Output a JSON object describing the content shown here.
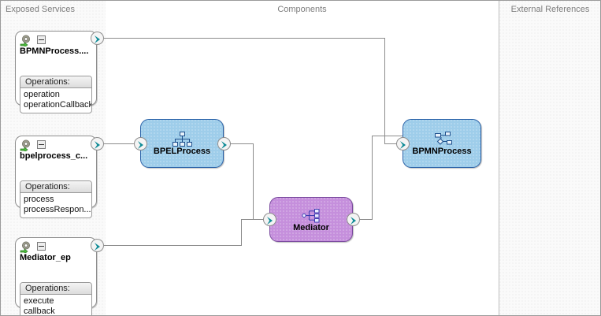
{
  "lanes": {
    "left_title": "Exposed Services",
    "center_title": "Components",
    "right_title": "External References"
  },
  "colors": {
    "component_blue": "#9ecdea",
    "component_blue_border": "#2a62a8",
    "component_purple": "#c58fdc",
    "component_purple_border": "#7a4a9e",
    "port_chevron": "#0f8b96",
    "wire": "#8c8c8c",
    "lane_background": "#fafafa",
    "title_text": "#7d7d7d"
  },
  "exposed_services": [
    {
      "name": "BPMNProcess....",
      "icon": "service-gear-icon",
      "collapse_icon": "collapse-minus-icon",
      "operations_label": "Operations:",
      "operations": [
        "operation",
        "operationCallback"
      ]
    },
    {
      "name": "bpelprocess_c...",
      "icon": "service-gear-icon",
      "collapse_icon": "collapse-minus-icon",
      "operations_label": "Operations:",
      "operations": [
        "process",
        "processRespon..."
      ]
    },
    {
      "name": "Mediator_ep",
      "icon": "service-gear-icon",
      "collapse_icon": "collapse-minus-icon",
      "operations_label": "Operations:",
      "operations": [
        "execute",
        "callback"
      ]
    }
  ],
  "components": [
    {
      "label": "BPELProcess",
      "type": "bpel",
      "icon": "bpel-process-icon"
    },
    {
      "label": "Mediator",
      "type": "mediator",
      "icon": "mediator-icon"
    },
    {
      "label": "BPMNProcess",
      "type": "bpmn",
      "icon": "bpmn-process-icon"
    }
  ],
  "external_references": []
}
